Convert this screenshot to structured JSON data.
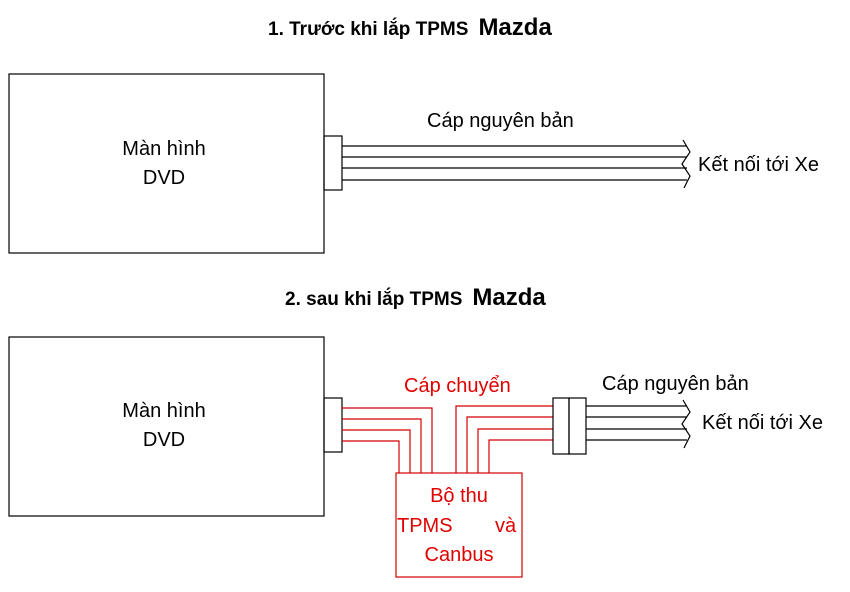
{
  "section1": {
    "title": "1. Trước khi lắp TPMS",
    "brand": "Mazda",
    "screen_label_line1": "Màn hình",
    "screen_label_line2": "DVD",
    "cable_label": "Cáp nguyên bản",
    "connection_label": "Kết nối tới Xe"
  },
  "section2": {
    "title": "2. sau khi lắp TPMS",
    "brand": "Mazda",
    "screen_label_line1": "Màn hình",
    "screen_label_line2": "DVD",
    "adapter_cable_label": "Cáp chuyển",
    "cable_label": "Cáp nguyên bản",
    "connection_label": "Kết nối tới Xe",
    "receiver_line1": "Bộ thu",
    "receiver_line2a": "TPMS",
    "receiver_line2b": "và",
    "receiver_line3": "Canbus"
  },
  "colors": {
    "line": "#000000",
    "accent": "#d40000",
    "accent_text": "#e00000"
  }
}
